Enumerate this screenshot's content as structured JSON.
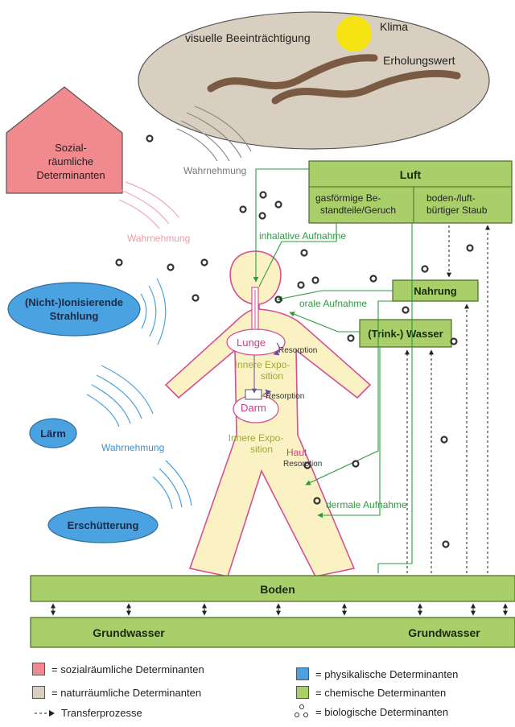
{
  "colors": {
    "social": "#f08a8f",
    "natural": "#d8cfc0",
    "physical": "#4aa3e0",
    "chemical": "#a9cf6a",
    "body": "#fbf2c4",
    "body_outline": "#d44f93",
    "green_text": "#2e9a3f",
    "pink_text": "#d23a8a",
    "blue_text": "#3d8fd0"
  },
  "sky": {
    "labels": [
      "visuelle Beeinträchtigung",
      "Klima",
      "Erholungswert"
    ]
  },
  "social": {
    "label_lines": [
      "Sozial-",
      "räumliche",
      "Determinanten"
    ]
  },
  "physical": {
    "radiation_lines": [
      "(Nicht-)Ionisierende",
      "Strahlung"
    ],
    "noise": "Lärm",
    "vibration": "Erschütterung"
  },
  "perception": {
    "grey": "Wahrnehmung",
    "pink": "Wahrnehmung",
    "blue": "Wahrnehmung"
  },
  "air": {
    "title": "Luft",
    "gas_lines": [
      "gasförmige Be-",
      "standteile/Geruch"
    ],
    "dust_lines": [
      "boden-/luft-",
      "bürtiger Staub"
    ]
  },
  "food": "Nahrung",
  "water": "(Trink-) Wasser",
  "intake": {
    "inhalative": "inhalative Aufnahme",
    "oral": "orale Aufnahme",
    "dermal": "dermale Aufnahme"
  },
  "body": {
    "lung": "Lunge",
    "resorption1": "Resorption",
    "inner1_lines": [
      "Innere Expo-",
      "sition"
    ],
    "resorption2": "Resorption",
    "gut": "Darm",
    "inner2_lines": [
      "Innere Expo-",
      "sition"
    ],
    "skin": "Haut",
    "resorption3": "Resorption"
  },
  "soil": "Boden",
  "groundwater": {
    "left": "Grundwasser",
    "right": "Grundwasser"
  },
  "legend": {
    "social": "= sozialräumliche Determinanten",
    "natural": "= naturräumliche Determinanten",
    "transfer": "Transferprozesse",
    "physical": "= physikalische Determinanten",
    "chemical": "= chemische Determinanten",
    "biological": "= biologische Determinanten"
  }
}
